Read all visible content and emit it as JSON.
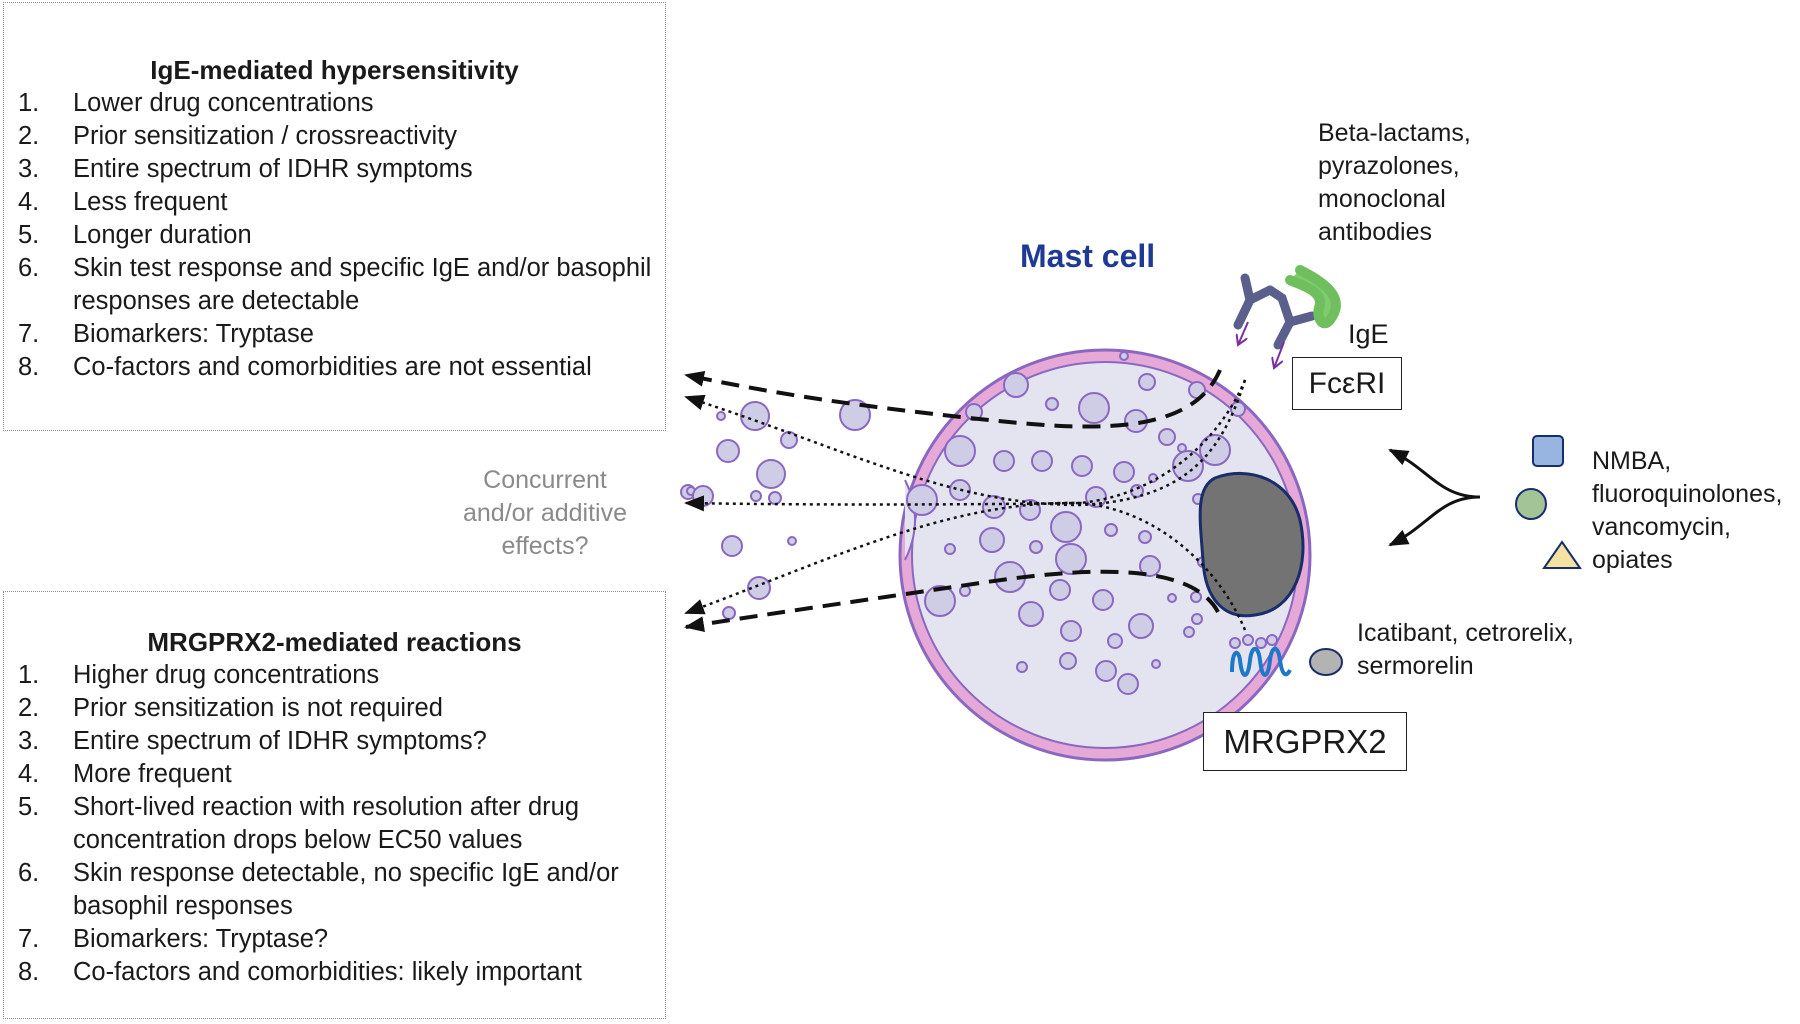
{
  "ige_panel": {
    "title": "IgE-mediated hypersensitivity",
    "items": [
      {
        "num": "1.",
        "text": "Lower drug concentrations"
      },
      {
        "num": "2.",
        "text": "Prior sensitization / crossreactivity"
      },
      {
        "num": "3.",
        "text": "Entire spectrum of IDHR symptoms"
      },
      {
        "num": "4.",
        "text": "Less frequent"
      },
      {
        "num": "5.",
        "text": "Longer duration"
      },
      {
        "num": "6.",
        "text": "Skin test response and specific IgE and/or basophil responses are detectable"
      },
      {
        "num": "7.",
        "text": "Biomarkers: Tryptase"
      },
      {
        "num": "8.",
        "text": "Co-factors and comorbidities are not essential"
      }
    ]
  },
  "mrgprx2_panel": {
    "title": "MRGPRX2-mediated reactions",
    "items": [
      {
        "num": "1.",
        "text": "Higher drug concentrations"
      },
      {
        "num": "2.",
        "text": "Prior sensitization is not required"
      },
      {
        "num": "3.",
        "text": "Entire spectrum of IDHR symptoms?"
      },
      {
        "num": "4.",
        "text": "More frequent"
      },
      {
        "num": "5.",
        "text": "Short-lived reaction with resolution after drug concentration drops below EC50 values"
      },
      {
        "num": "6.",
        "text": "Skin response detectable, no specific IgE and/or basophil responses"
      },
      {
        "num": "7.",
        "text": "Biomarkers: Tryptase?"
      },
      {
        "num": "8.",
        "text": "Co-factors and comorbidities: likely important"
      }
    ]
  },
  "center_label": {
    "line1": "Concurrent",
    "line2": "and/or additive",
    "line3": "effects?"
  },
  "mast_cell": {
    "title": "Mast cell",
    "title_color": "#1f3a93",
    "membrane_color": "#e6a8d6",
    "cytoplasm_color": "#e4e3f0",
    "nucleus_color": "#737373"
  },
  "ige_drugs": {
    "line1": "Beta-lactams,",
    "line2": "pyrazolones,",
    "line3": "monoclonal",
    "line4": "antibodies"
  },
  "ige_label": "IgE",
  "fceri_label": "FcεRI",
  "mrgprx2_label": "MRGPRX2",
  "peptides": {
    "line1": "Icatibant, cetrorelix,",
    "line2": "sermorelin"
  },
  "small_molecules": {
    "line1": "NMBA,",
    "line2": "fluoroquinolones,",
    "line3": "vancomycin,",
    "line4": "opiates"
  }
}
